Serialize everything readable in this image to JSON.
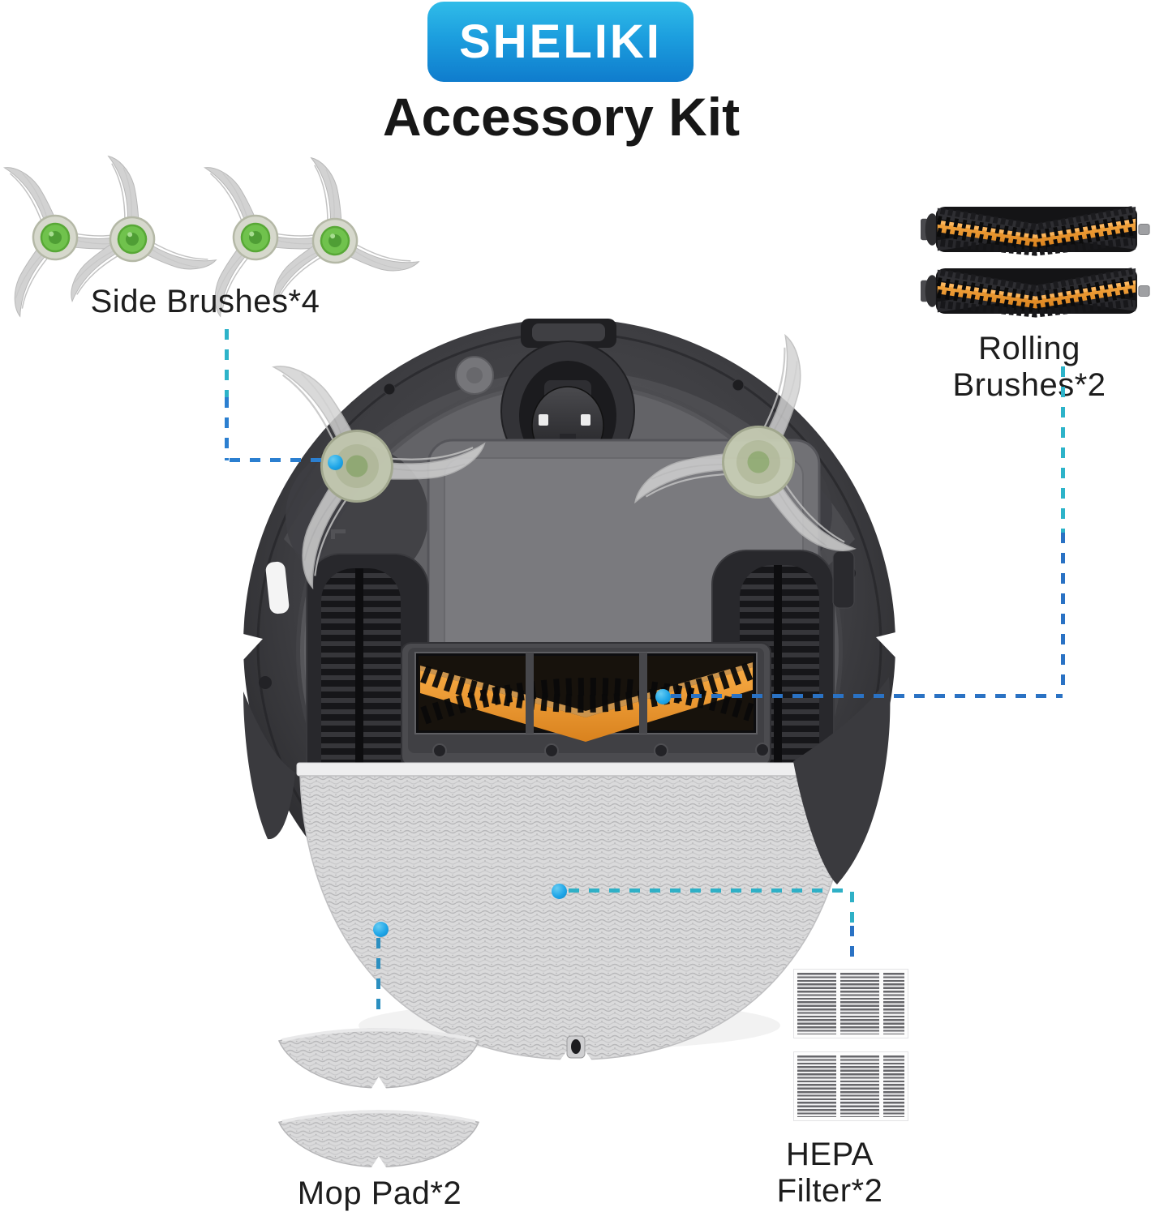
{
  "brand": {
    "name": "SHELIKI"
  },
  "title": "Accessory Kit",
  "parts": {
    "side_brushes": {
      "label": "Side Brushes*4",
      "count": 4
    },
    "rolling_brushes": {
      "label": "Rolling Brushes*2",
      "count": 2
    },
    "mop_pads": {
      "label": "Mop Pad*2",
      "count": 2
    },
    "hepa_filters": {
      "label": "HEPA Filter*2",
      "count": 2
    }
  },
  "colors": {
    "logo_gradient_top": "#30bce9",
    "logo_gradient_bottom": "#0f7ccd",
    "callout_teal": "#2db3c9",
    "callout_blue": "#2a72c4",
    "callout_dot": "#1fa6e8",
    "brush_orange": "#f09a33",
    "hub_green": "#6fc24e",
    "robot_body_gray": "#47474b",
    "mop_gray": "#d9d9da"
  }
}
